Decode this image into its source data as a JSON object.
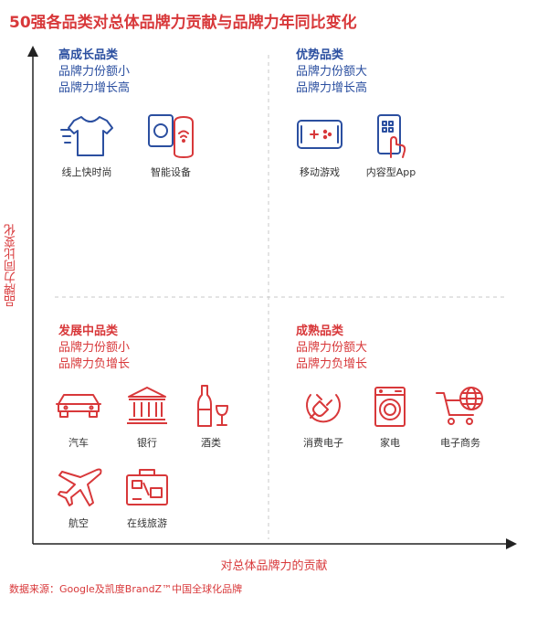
{
  "title": "50强各品类对总体品牌力贡献与品牌力年同比变化",
  "y_axis_label": "品牌力同比变化",
  "x_axis_label": "对总体品牌力的贡献",
  "source": "数据来源：Google及凯度BrandZ™中国全球化品牌",
  "colors": {
    "accent_red": "#d8383a",
    "accent_blue": "#2b4fa0",
    "icon_gray": "#555555"
  },
  "quadrants": {
    "top_left": {
      "title": "高成长品类",
      "line1": "品牌力份额小",
      "line2": "品牌力增长高",
      "items": [
        {
          "label": "线上快时尚",
          "icon": "tshirt-icon"
        },
        {
          "label": "智能设备",
          "icon": "smart-speaker-icon"
        }
      ]
    },
    "top_right": {
      "title": "优势品类",
      "line1": "品牌力份额大",
      "line2": "品牌力增长高",
      "items": [
        {
          "label": "移动游戏",
          "icon": "gamepad-icon"
        },
        {
          "label": "内容型App",
          "icon": "phone-touch-icon"
        }
      ]
    },
    "bottom_left": {
      "title": "发展中品类",
      "line1": "品牌力份额小",
      "line2": "品牌力负增长",
      "items": [
        {
          "label": "汽车",
          "icon": "car-icon"
        },
        {
          "label": "银行",
          "icon": "bank-icon"
        },
        {
          "label": "酒类",
          "icon": "wine-icon"
        },
        {
          "label": "航空",
          "icon": "airplane-icon"
        },
        {
          "label": "在线旅游",
          "icon": "suitcase-icon"
        }
      ]
    },
    "bottom_right": {
      "title": "成熟品类",
      "line1": "品牌力份额大",
      "line2": "品牌力负增长",
      "items": [
        {
          "label": "消费电子",
          "icon": "plug-icon"
        },
        {
          "label": "家电",
          "icon": "washing-machine-icon"
        },
        {
          "label": "电子商务",
          "icon": "shopping-cart-icon"
        }
      ]
    }
  }
}
